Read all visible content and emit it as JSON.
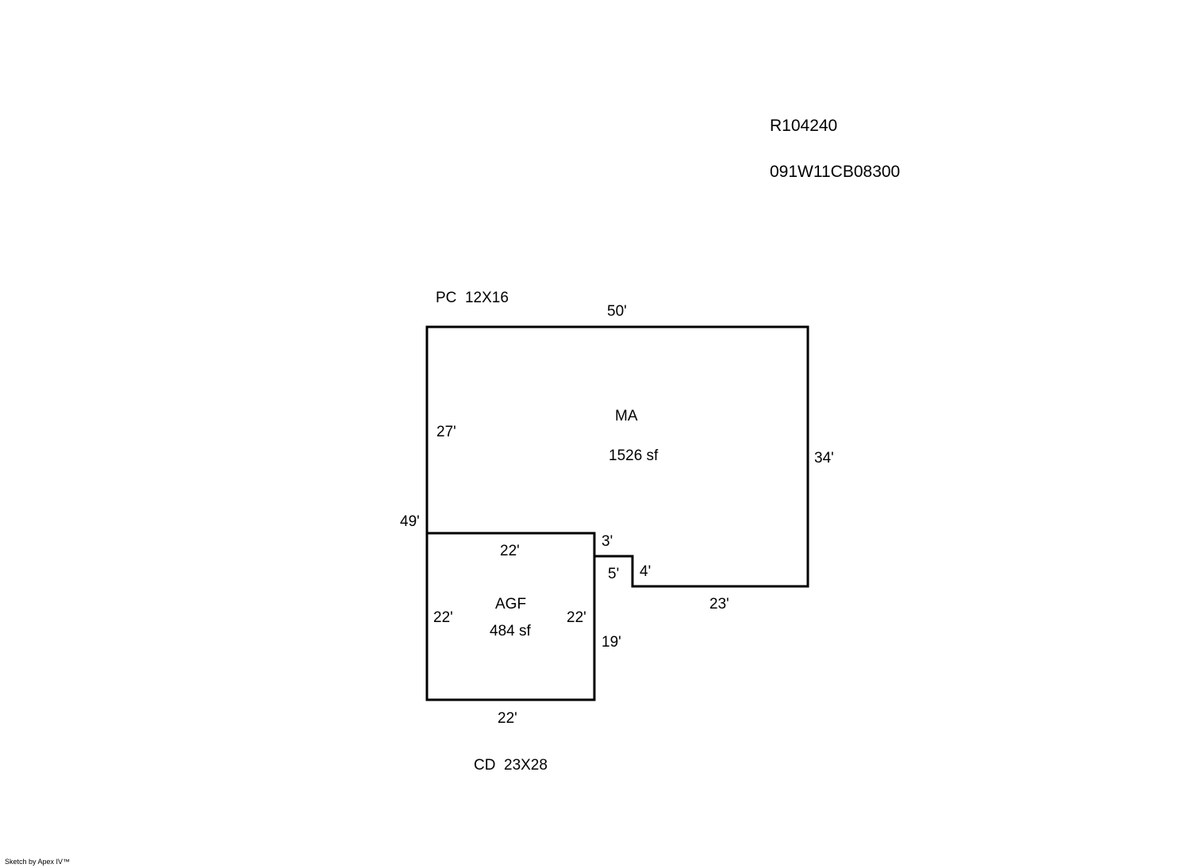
{
  "header": {
    "record_id": "R104240",
    "parcel_number": "091W11CB08300"
  },
  "areas": {
    "porch_label": "PC  12X16",
    "deck_label": "CD  23X28",
    "main": {
      "code": "MA",
      "area": "1526 sf"
    },
    "garage": {
      "code": "AGF",
      "area": "484 sf"
    }
  },
  "dimensions": {
    "main_top": "50'",
    "main_left_upper": "27'",
    "main_left_total": "49'",
    "main_right": "34'",
    "main_bottom": "23'",
    "notch_top": "3'",
    "notch_width": "5'",
    "notch_right": "4'",
    "notch_lower": "19'",
    "garage_top": "22'",
    "garage_left": "22'",
    "garage_right": "22'",
    "garage_bottom": "22'"
  },
  "footer": {
    "credit": "Sketch by Apex IV™"
  },
  "colors": {
    "line": "#000000",
    "background": "#ffffff"
  }
}
